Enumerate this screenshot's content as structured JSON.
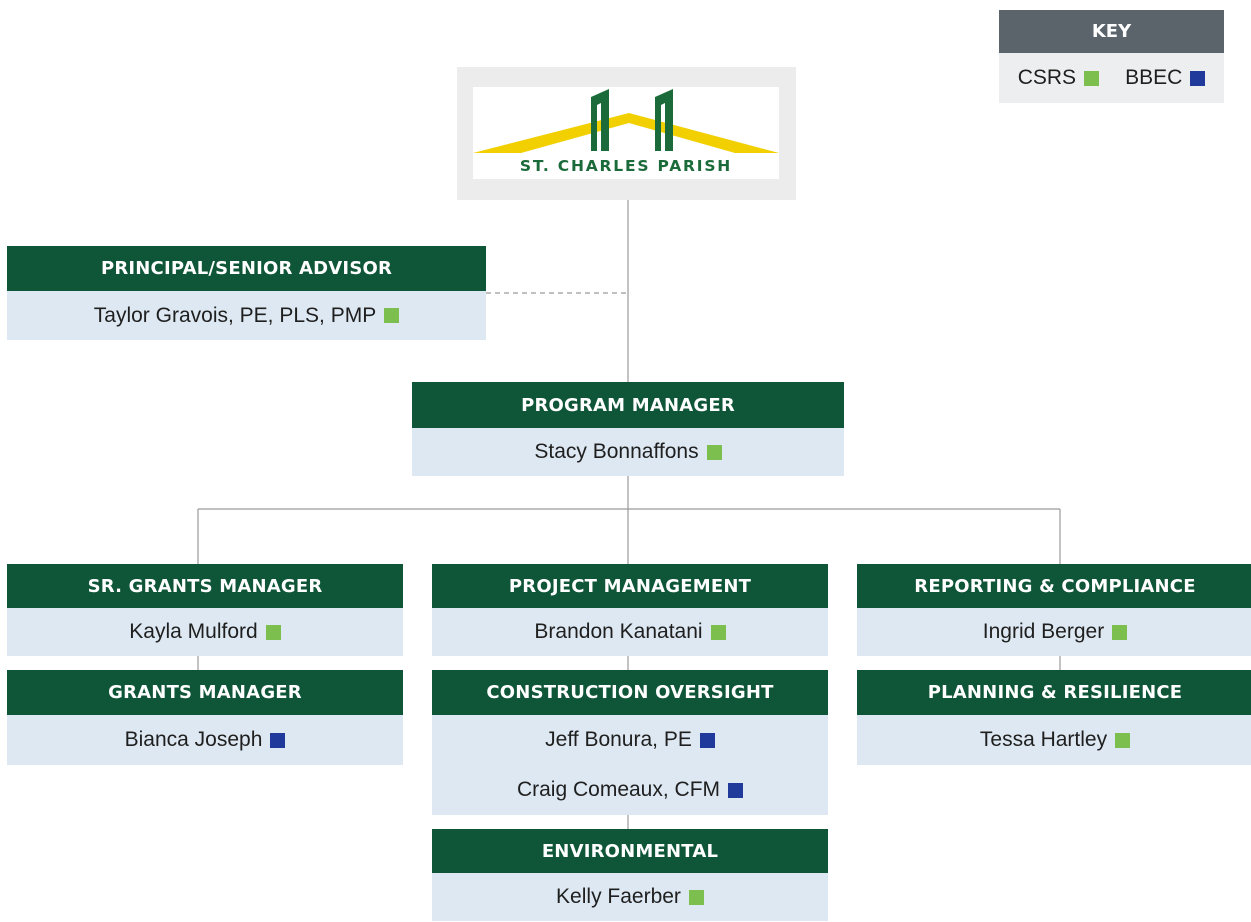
{
  "key": {
    "title": "KEY",
    "items": [
      {
        "label": "CSRS",
        "color": "#7cbf4f"
      },
      {
        "label": "BBEC",
        "color": "#1f3a9b"
      }
    ]
  },
  "logo": {
    "text": "ST. CHARLES PARISH",
    "colors": {
      "green": "#1b6b3a",
      "yellow": "#f2d000"
    }
  },
  "colors": {
    "header_bg": "#0f5538",
    "row_bg": "#dde8f2",
    "CSRS": "#7cbf4f",
    "BBEC": "#1f3a9b",
    "line": "#9a9a9a"
  },
  "org": {
    "advisor": {
      "title": "PRINCIPAL/SENIOR ADVISOR",
      "people": [
        {
          "name": "Taylor Gravois, PE, PLS, PMP",
          "firm": "CSRS"
        }
      ]
    },
    "program_manager": {
      "title": "PROGRAM MANAGER",
      "people": [
        {
          "name": "Stacy Bonnaffons",
          "firm": "CSRS"
        }
      ]
    },
    "sr_grants": {
      "title": "SR. GRANTS MANAGER",
      "people": [
        {
          "name": "Kayla Mulford",
          "firm": "CSRS"
        }
      ]
    },
    "grants": {
      "title": "GRANTS MANAGER",
      "people": [
        {
          "name": "Bianca Joseph",
          "firm": "BBEC"
        }
      ]
    },
    "project_mgmt": {
      "title": "PROJECT MANAGEMENT",
      "people": [
        {
          "name": "Brandon Kanatani",
          "firm": "CSRS"
        }
      ]
    },
    "construction": {
      "title": "CONSTRUCTION OVERSIGHT",
      "people": [
        {
          "name": "Jeff Bonura, PE",
          "firm": "BBEC"
        },
        {
          "name": "Craig Comeaux, CFM",
          "firm": "BBEC"
        }
      ]
    },
    "environmental": {
      "title": "ENVIRONMENTAL",
      "people": [
        {
          "name": "Kelly Faerber",
          "firm": "CSRS"
        }
      ]
    },
    "reporting": {
      "title": "REPORTING & COMPLIANCE",
      "people": [
        {
          "name": "Ingrid Berger",
          "firm": "CSRS"
        }
      ]
    },
    "planning": {
      "title": "PLANNING & RESILIENCE",
      "people": [
        {
          "name": "Tessa Hartley",
          "firm": "CSRS"
        }
      ]
    }
  }
}
